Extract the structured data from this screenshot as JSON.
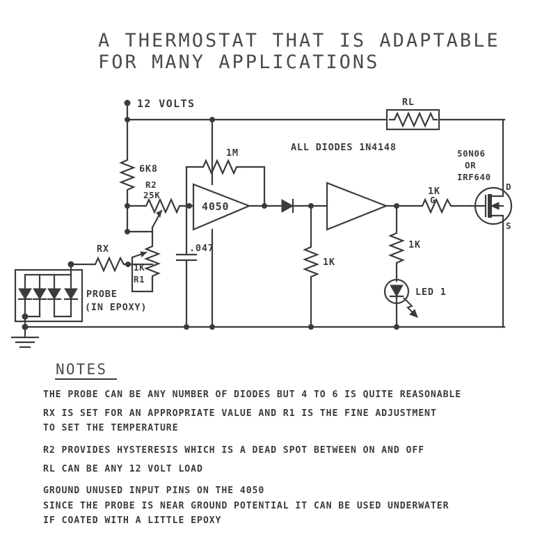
{
  "title": {
    "line1": "A THERMOSTAT THAT IS ADAPTABLE",
    "line2": "FOR MANY APPLICATIONS"
  },
  "schematic": {
    "supply_label": "12 VOLTS",
    "note_diodes": "ALL DIODES 1N4148",
    "components": {
      "r_bias": "6K8",
      "r2_name": "R2",
      "r2_value": "25K",
      "rx": "RX",
      "r1_value": "1K",
      "r1_name": "R1",
      "cap": ".047",
      "ic_buffer": "4050",
      "r_feedback": "1M",
      "r_pulldown": "1K",
      "r_led": "1K",
      "r_gate": "1K",
      "load": "RL",
      "led": "LED 1",
      "mosfet_line1": "50N06",
      "mosfet_line2": "OR",
      "mosfet_line3": "IRF640",
      "mosfet_pin_d": "D",
      "mosfet_pin_g": "G",
      "mosfet_pin_s": "S",
      "probe_line1": "PROBE",
      "probe_line2": "(IN EPOXY)"
    }
  },
  "notes": {
    "heading": "NOTES",
    "items": [
      "THE PROBE CAN BE ANY NUMBER OF DIODES BUT 4 TO 6 IS QUITE REASONABLE",
      "RX IS SET FOR AN APPROPRIATE VALUE AND R1 IS THE FINE ADJUSTMENT",
      "TO SET THE TEMPERATURE",
      "R2 PROVIDES HYSTERESIS WHICH  IS A DEAD SPOT BETWEEN ON AND OFF",
      "RL CAN BE ANY 12 VOLT LOAD",
      "GROUND UNUSED INPUT PINS ON THE 4050",
      "SINCE THE PROBE IS NEAR GROUND POTENTIAL IT CAN BE USED UNDERWATER",
      "IF COATED WITH A LITTLE EPOXY"
    ]
  },
  "colors": {
    "ink": "#3b3b3b",
    "paper": "#ffffff"
  }
}
